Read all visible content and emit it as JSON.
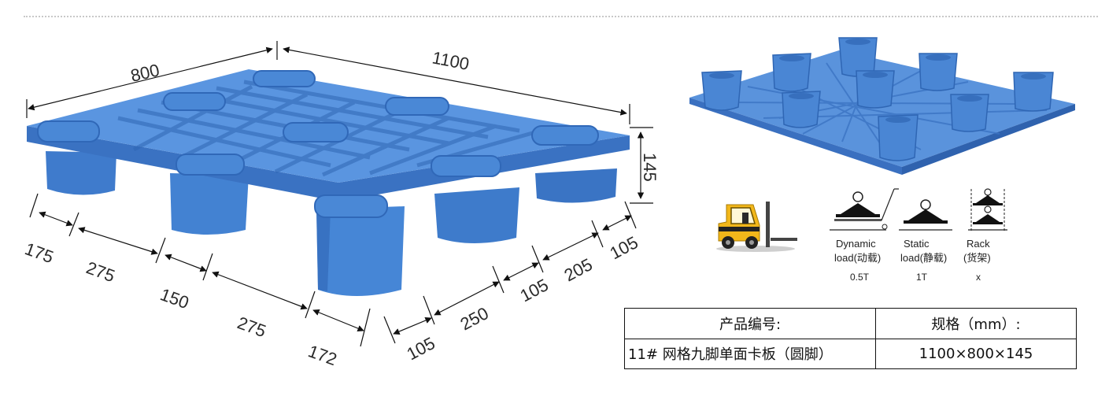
{
  "dimensions": {
    "length": "1100",
    "width": "800",
    "height": "145",
    "front_segments": [
      "175",
      "275",
      "150",
      "275",
      "172"
    ],
    "side_segments": [
      "105",
      "250",
      "105",
      "205",
      "105"
    ]
  },
  "icons": {
    "forklift": "forklift-icon",
    "dynamic_load": "dynamic-load-icon",
    "static_load": "static-load-icon",
    "rack": "rack-icon"
  },
  "load_ratings": [
    {
      "label_en": "Dynamic",
      "label_cn": "load(动载)",
      "value": "0.5T"
    },
    {
      "label_en": "Static",
      "label_cn": "load(静载)",
      "value": "1T"
    },
    {
      "label_en": "Rack",
      "label_cn": "(货架)",
      "value": "x"
    }
  ],
  "spec_table": {
    "headers": [
      "产品编号:",
      "规格（mm）:"
    ],
    "rows": [
      [
        "11# 网格九脚单面卡板（圆脚）",
        "1100×800×145"
      ]
    ]
  },
  "colors": {
    "pallet_blue": "#4a88d6",
    "pallet_dark": "#2f66b4",
    "pallet_light": "#7fb0ea",
    "forklift_yellow": "#f2b71a"
  }
}
